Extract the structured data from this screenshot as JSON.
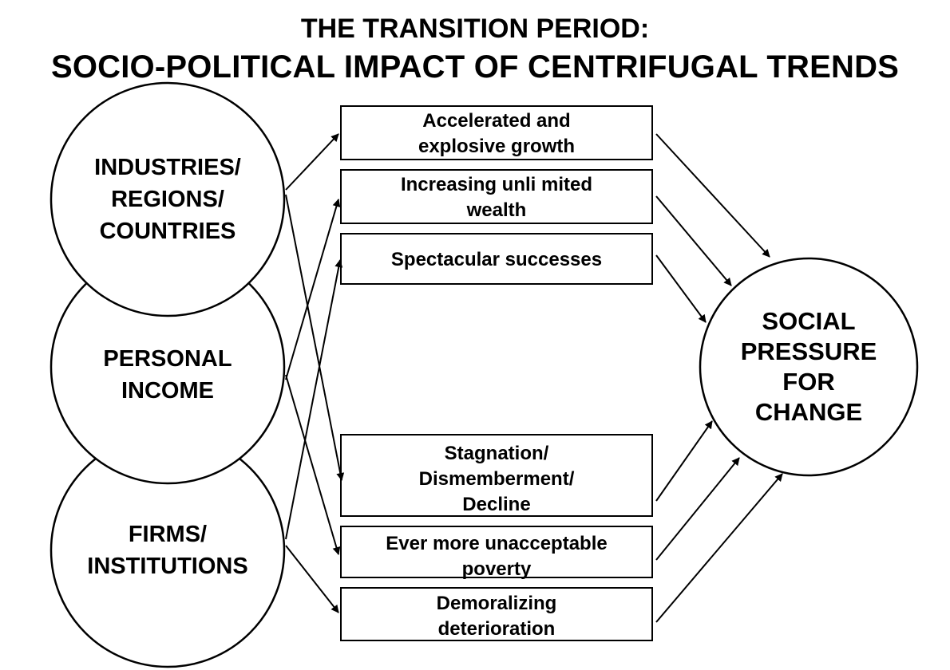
{
  "title": {
    "line1": "THE TRANSITION PERIOD:",
    "line2": "SOCIO-POLITICAL IMPACT OF CENTRIFUGAL TRENDS"
  },
  "left_nodes": {
    "industries": "INDUSTRIES/\nREGIONS/\nCOUNTRIES",
    "personal_income": "PERSONAL\nINCOME",
    "firms": "FIRMS/\nINSTITUTIONS"
  },
  "positive_outcomes": {
    "growth": "Accelerated and\nexplosive  growth",
    "wealth": "Increasing unli mited\nwealth",
    "successes": "Spectacular successes"
  },
  "negative_outcomes": {
    "stagnation": "Stagnation/\nDismemberment/\nDecline",
    "poverty": "Ever more unacceptable\npoverty",
    "deterioration": "Demoralizing\ndeterioration"
  },
  "result_node": {
    "social_pressure": "SOCIAL\nPRESSURE\nFOR\n CHANGE"
  }
}
